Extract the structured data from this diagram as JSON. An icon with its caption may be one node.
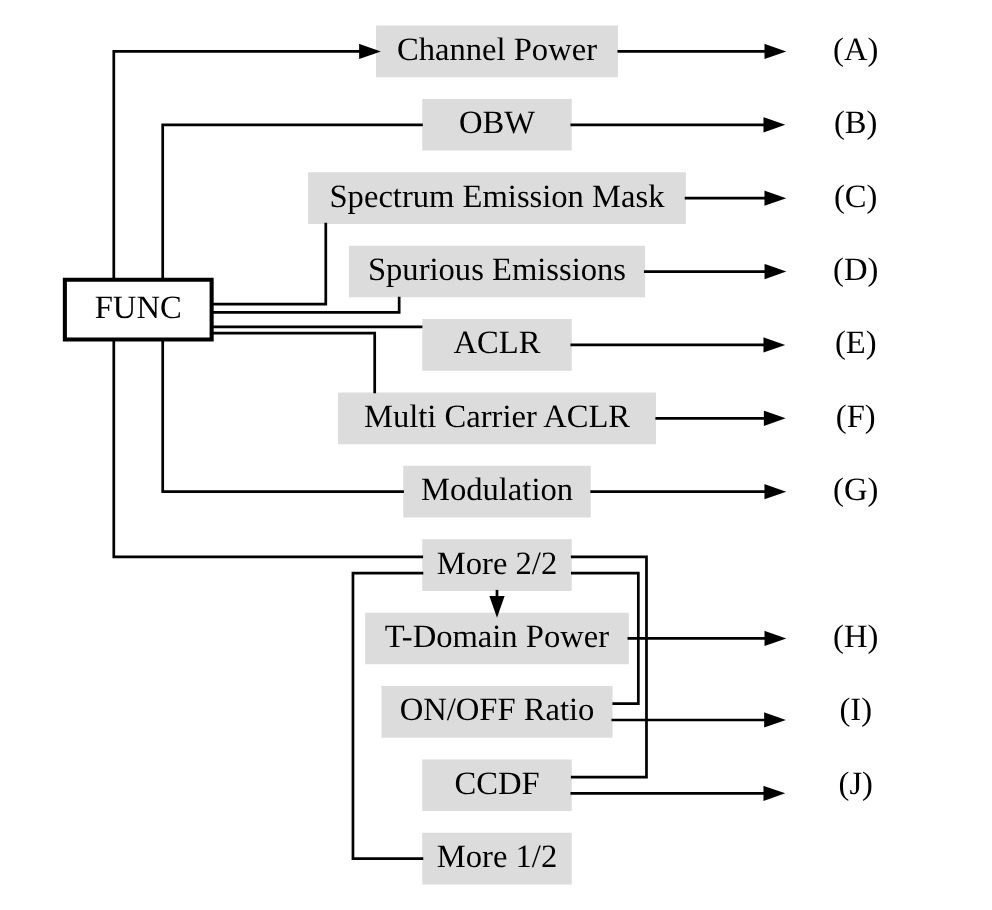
{
  "diagram": {
    "nodes": [
      {
        "text": [
          "FUNC"
        ]
      },
      {
        "text": [
          "Channel Power"
        ]
      },
      {
        "text": [
          "OBW"
        ]
      },
      {
        "text": [
          "Spectrum Emission Mask"
        ]
      },
      {
        "text": [
          "Spurious Emissions"
        ]
      },
      {
        "text": [
          "ACLR"
        ]
      },
      {
        "text": [
          "Multi Carrier ACLR"
        ]
      },
      {
        "text": [
          "Modulation"
        ]
      },
      {
        "text": [
          "More 2/2"
        ]
      },
      {
        "text": [
          "T-Domain Power"
        ]
      },
      {
        "text": [
          "ON/OFF Ratio"
        ]
      },
      {
        "text": [
          "CCDF"
        ]
      },
      {
        "text": [
          "More 1/2"
        ]
      },
      {
        "text": [
          "(A)"
        ]
      },
      {
        "text": [
          "(B)"
        ]
      },
      {
        "text": [
          "(C)"
        ]
      },
      {
        "text": [
          "(D)"
        ]
      },
      {
        "text": [
          "(E)"
        ]
      },
      {
        "text": [
          "(F)"
        ]
      },
      {
        "text": [
          "(G)"
        ]
      },
      {
        "text": [
          "(H)"
        ]
      },
      {
        "text": [
          "(I)"
        ]
      },
      {
        "text": [
          "(J)"
        ]
      }
    ],
    "edges": [
      {
        "from": 0,
        "to": 1,
        "arrow": "to"
      },
      {
        "from": 0,
        "to": 2,
        "arrow": "none"
      },
      {
        "from": 0,
        "to": 3,
        "arrow": "none"
      },
      {
        "from": 0,
        "to": 4,
        "arrow": "none"
      },
      {
        "from": 0,
        "to": 5,
        "arrow": "none"
      },
      {
        "from": 0,
        "to": 6,
        "arrow": "none"
      },
      {
        "from": 0,
        "to": 7,
        "arrow": "none"
      },
      {
        "from": 0,
        "to": 8,
        "arrow": "none"
      },
      {
        "from": 8,
        "to": 9,
        "arrow": "to"
      },
      {
        "from": 8,
        "to": 10,
        "arrow": "none"
      },
      {
        "from": 8,
        "to": 11,
        "arrow": "none"
      },
      {
        "from": 8,
        "to": 12,
        "arrow": "none"
      },
      {
        "from": 1,
        "to": 13,
        "arrow": "to"
      },
      {
        "from": 2,
        "to": 14,
        "arrow": "to"
      },
      {
        "from": 3,
        "to": 15,
        "arrow": "to"
      },
      {
        "from": 4,
        "to": 16,
        "arrow": "to"
      },
      {
        "from": 5,
        "to": 17,
        "arrow": "to"
      },
      {
        "from": 6,
        "to": 18,
        "arrow": "to"
      },
      {
        "from": 7,
        "to": 19,
        "arrow": "to"
      },
      {
        "from": 9,
        "to": 20,
        "arrow": "to"
      },
      {
        "from": 10,
        "to": 21,
        "arrow": "to"
      },
      {
        "from": 11,
        "to": 22,
        "arrow": "to"
      }
    ]
  }
}
